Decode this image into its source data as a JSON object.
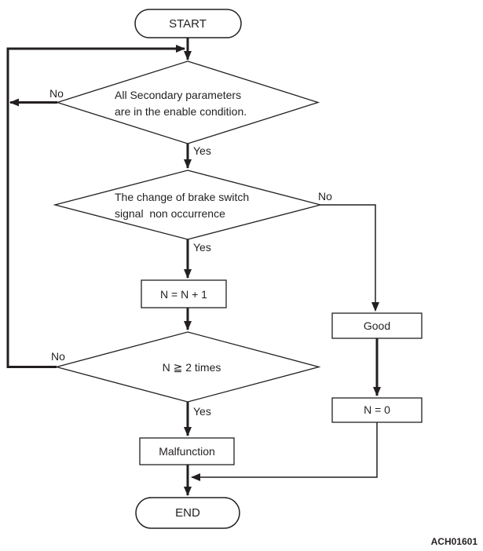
{
  "figure_code": "ACH01601",
  "colors": {
    "line": "#231f20",
    "background": "#ffffff"
  },
  "nodes": {
    "start": {
      "label": "START"
    },
    "secondary": {
      "line1": "All Secondary parameters",
      "line2": "are in the enable condition."
    },
    "brake": {
      "line1": "The change of brake switch",
      "line2": "signal  non occurrence"
    },
    "n_increment": {
      "label": "N = N + 1"
    },
    "n_times": {
      "label": "N ≧ 2 times"
    },
    "malfunction": {
      "label": "Malfunction"
    },
    "end": {
      "label": "END"
    },
    "good": {
      "label": "Good"
    },
    "n_reset": {
      "label": "N = 0"
    }
  },
  "edge_labels": {
    "secondary_no": "No",
    "secondary_yes": "Yes",
    "brake_no": "No",
    "brake_yes": "Yes",
    "n_times_no": "No",
    "n_times_yes": "Yes"
  }
}
